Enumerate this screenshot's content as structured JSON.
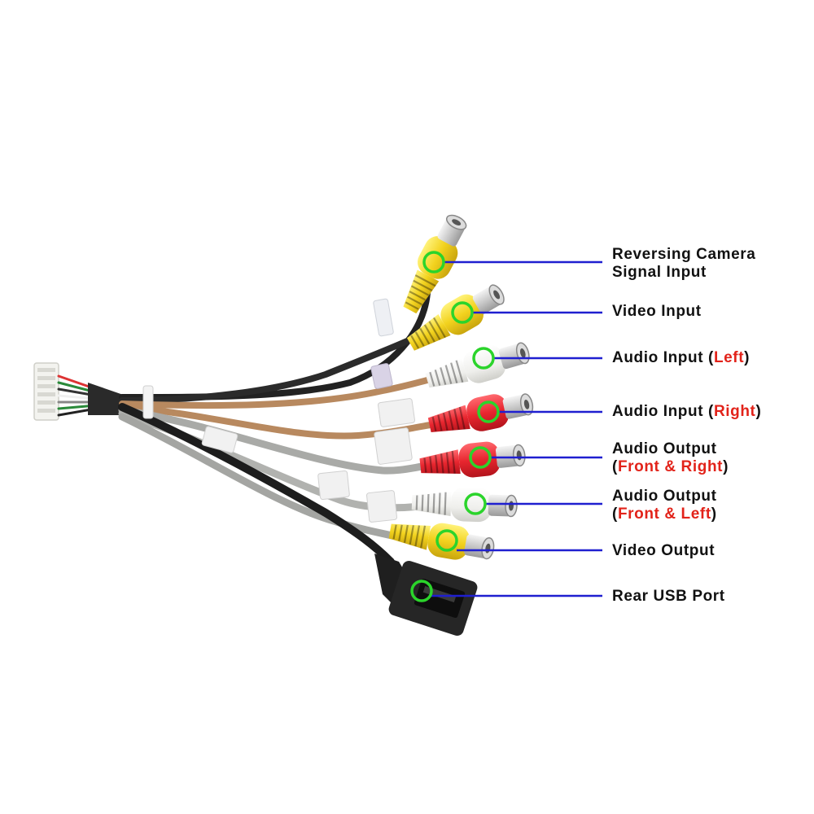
{
  "colors": {
    "leader_line": "#1f1fd0",
    "marker_ring": "#2bd42b",
    "highlight_text": "#e2231a",
    "label_text": "#111111",
    "connector_yellow": "#f2d21e",
    "connector_white": "#f2f2f0",
    "connector_red": "#e8262f",
    "cable_grey": "#a9aaa7",
    "cable_tan": "#b8895f",
    "cable_black": "#222222"
  },
  "connectors": [
    {
      "name": "Reversing Camera Signal Input",
      "color": "yellow",
      "icon": "rca-plug-icon"
    },
    {
      "name": "Video Input",
      "color": "yellow",
      "icon": "rca-plug-icon"
    },
    {
      "name": "Audio Input (Left)",
      "color": "white",
      "icon": "rca-plug-icon"
    },
    {
      "name": "Audio Input (Right)",
      "color": "red",
      "icon": "rca-plug-icon"
    },
    {
      "name": "Audio Output (Front & Right)",
      "color": "red",
      "icon": "rca-plug-icon"
    },
    {
      "name": "Audio Output (Front & Left)",
      "color": "white",
      "icon": "rca-plug-icon"
    },
    {
      "name": "Video Output",
      "color": "yellow",
      "icon": "rca-plug-icon"
    },
    {
      "name": "Rear USB Port",
      "color": "black",
      "icon": "usb-port-icon"
    }
  ],
  "labels": {
    "reversing_camera": {
      "line1": "Reversing Camera",
      "line2": "Signal Input"
    },
    "video_input": "Video Input",
    "audio_input_left": {
      "prefix": "Audio Input (",
      "highlight": "Left",
      "suffix": ")"
    },
    "audio_input_right": {
      "prefix": "Audio Input (",
      "highlight": "Right",
      "suffix": ")"
    },
    "audio_output_front_right": {
      "line1": "Audio Output",
      "open": "(",
      "highlight": "Front & Right",
      "close": ")"
    },
    "audio_output_front_left": {
      "line1": "Audio Output",
      "open": "(",
      "highlight": "Front & Left",
      "close": ")"
    },
    "video_output": "Video Output",
    "rear_usb": "Rear USB Port"
  }
}
